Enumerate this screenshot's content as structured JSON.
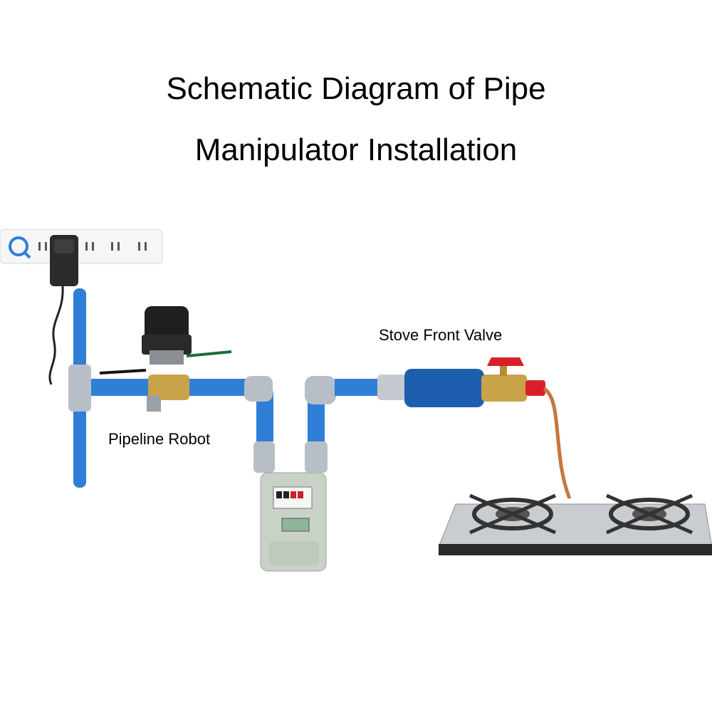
{
  "title": {
    "line1": "Schematic Diagram of Pipe",
    "line2": "Manipulator Installation"
  },
  "labels": {
    "pipeline_robot": "Pipeline Robot",
    "stove_front_valve": "Stove Front Valve"
  },
  "colors": {
    "pipe": "#2f7fd6",
    "pipe_dark": "#1d5fae",
    "fitting": "#b8bec6",
    "brass": "#c9a34a",
    "valve_handle": "#d9202a",
    "hose": "#c7763c",
    "stove": "#c9ccd0",
    "burner": "#333333"
  },
  "icons": [
    "power-strip-icon",
    "power-adapter-icon",
    "manipulator-motor-icon",
    "gas-meter-icon",
    "ball-valve-icon",
    "gas-stove-icon"
  ]
}
